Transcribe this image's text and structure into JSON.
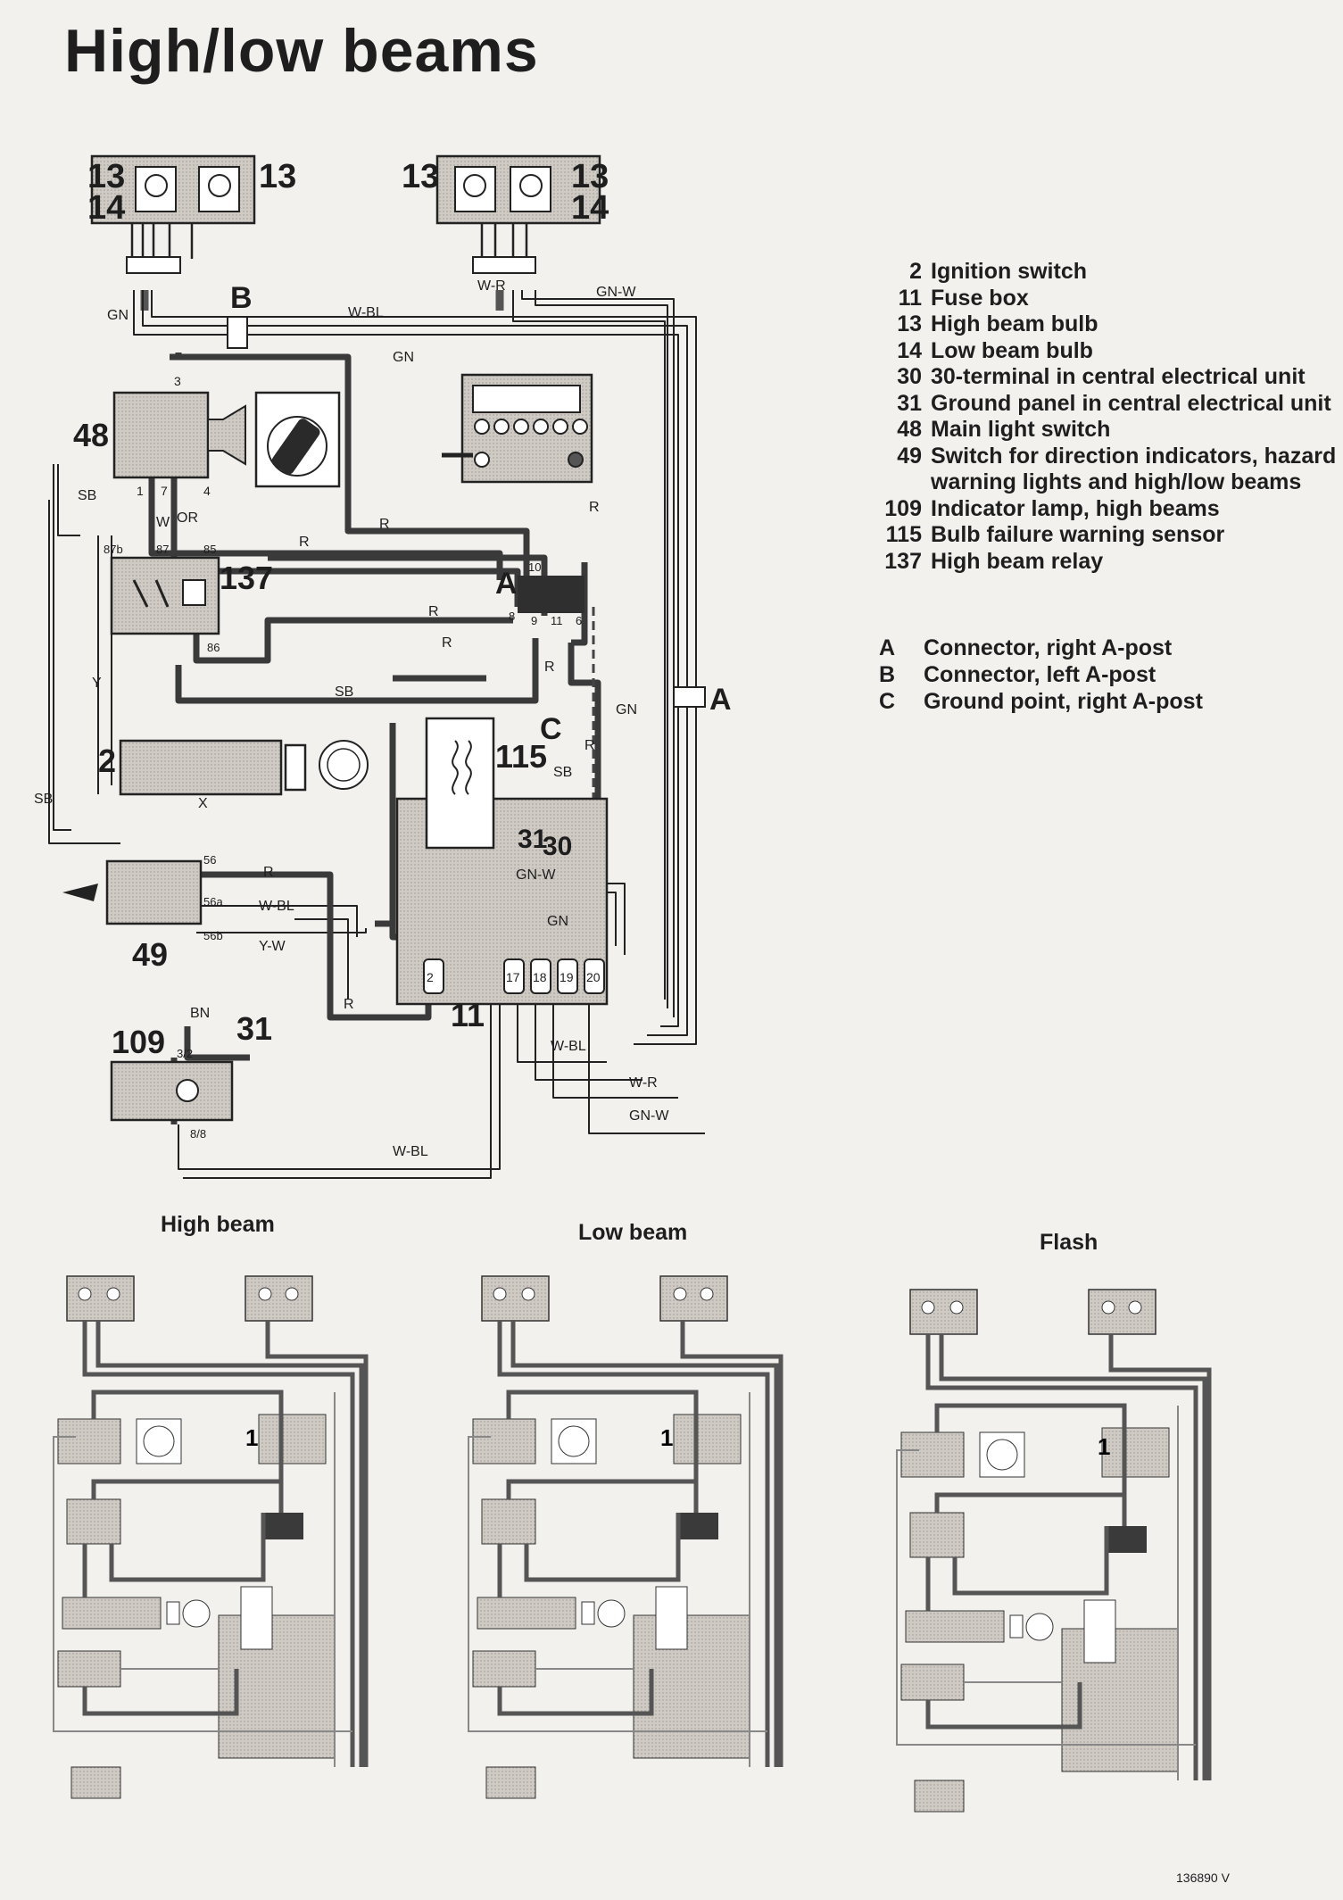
{
  "title": "High/low beams",
  "legend": [
    {
      "num": "2",
      "text": "Ignition switch"
    },
    {
      "num": "11",
      "text": "Fuse box"
    },
    {
      "num": "13",
      "text": "High beam bulb"
    },
    {
      "num": "14",
      "text": "Low beam bulb"
    },
    {
      "num": "30",
      "text": "30-terminal in central electrical unit"
    },
    {
      "num": "31",
      "text": "Ground panel in central electrical unit"
    },
    {
      "num": "48",
      "text": "Main light switch"
    },
    {
      "num": "49",
      "text": "Switch for direction indicators, hazard"
    },
    {
      "num": "",
      "text": "warning lights and high/low beams"
    },
    {
      "num": "109",
      "text": "Indicator lamp, high beams"
    },
    {
      "num": "115",
      "text": "Bulb failure warning sensor"
    },
    {
      "num": "137",
      "text": "High beam relay"
    }
  ],
  "connectors": [
    {
      "letter": "A",
      "text": "Connector, right A-post"
    },
    {
      "letter": "B",
      "text": "Connector, left A-post"
    },
    {
      "letter": "C",
      "text": "Ground point, right A-post"
    }
  ],
  "subtitles": {
    "high": "High beam",
    "low": "Low beam",
    "flash": "Flash"
  },
  "ref": "136890 V",
  "labels": {
    "c13": "13",
    "c14": "14",
    "c48": "48",
    "c137": "137",
    "c2": "2",
    "c115": "115",
    "c49": "49",
    "c11": "11",
    "c109": "109",
    "c31": "31",
    "c30": "30",
    "cA": "A",
    "cB": "B",
    "cC": "C",
    "gn": "GN",
    "wbl": "W-BL",
    "wr": "W-R",
    "gnw": "GN-W",
    "sb": "SB",
    "r": "R",
    "w": "W",
    "or": "OR",
    "y": "Y",
    "yw": "Y-W",
    "bn": "BN",
    "x": "X",
    "t87b": "87b",
    "t87": "87",
    "t85": "85",
    "t86": "86",
    "t56": "56",
    "t56a": "56a",
    "t56b": "56b",
    "t3": "3",
    "t1": "1",
    "t7": "7",
    "t4": "4",
    "t8": "8",
    "t9": "9",
    "t10": "10",
    "t11": "11",
    "t6": "6",
    "t32": "3/2",
    "t88": "8/8",
    "f2": "2",
    "f17": "17",
    "f18": "18",
    "f19": "19",
    "f20": "20",
    "m1": "1"
  }
}
